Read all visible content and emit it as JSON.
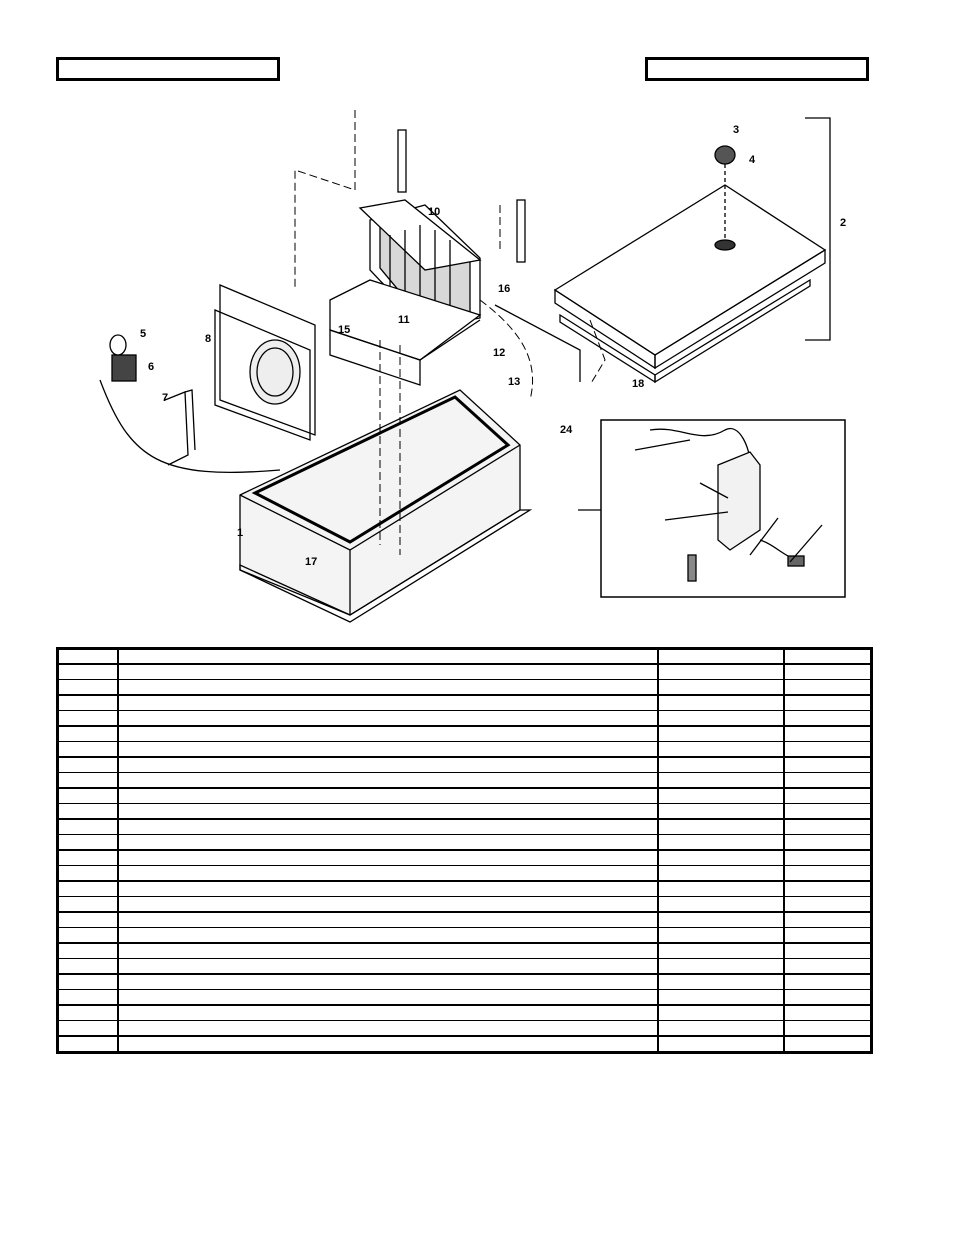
{
  "header": {
    "left_title": "",
    "right_title": ""
  },
  "diagram": {
    "callouts": [
      "1",
      "2",
      "3",
      "4",
      "5",
      "6",
      "7",
      "8",
      "10",
      "11",
      "12",
      "13",
      "15",
      "16",
      "17",
      "18",
      "24"
    ]
  },
  "parts_table": {
    "columns": [
      "",
      "",
      "",
      ""
    ],
    "rows": [
      [
        "",
        "",
        "",
        ""
      ],
      [
        "",
        "",
        "",
        ""
      ],
      [
        "",
        "",
        "",
        ""
      ],
      [
        "",
        "",
        "",
        ""
      ],
      [
        "",
        "",
        "",
        ""
      ],
      [
        "",
        "",
        "",
        ""
      ],
      [
        "",
        "",
        "",
        ""
      ],
      [
        "",
        "",
        "",
        ""
      ],
      [
        "",
        "",
        "",
        ""
      ],
      [
        "",
        "",
        "",
        ""
      ],
      [
        "",
        "",
        "",
        ""
      ],
      [
        "",
        "",
        "",
        ""
      ],
      [
        "",
        "",
        "",
        ""
      ],
      [
        "",
        "",
        "",
        ""
      ],
      [
        "",
        "",
        "",
        ""
      ],
      [
        "",
        "",
        "",
        ""
      ],
      [
        "",
        "",
        "",
        ""
      ],
      [
        "",
        "",
        "",
        ""
      ],
      [
        "",
        "",
        "",
        ""
      ],
      [
        "",
        "",
        "",
        ""
      ],
      [
        "",
        "",
        "",
        ""
      ],
      [
        "",
        "",
        "",
        ""
      ],
      [
        "",
        "",
        "",
        ""
      ],
      [
        "",
        "",
        "",
        ""
      ],
      [
        "",
        "",
        "",
        ""
      ]
    ]
  }
}
